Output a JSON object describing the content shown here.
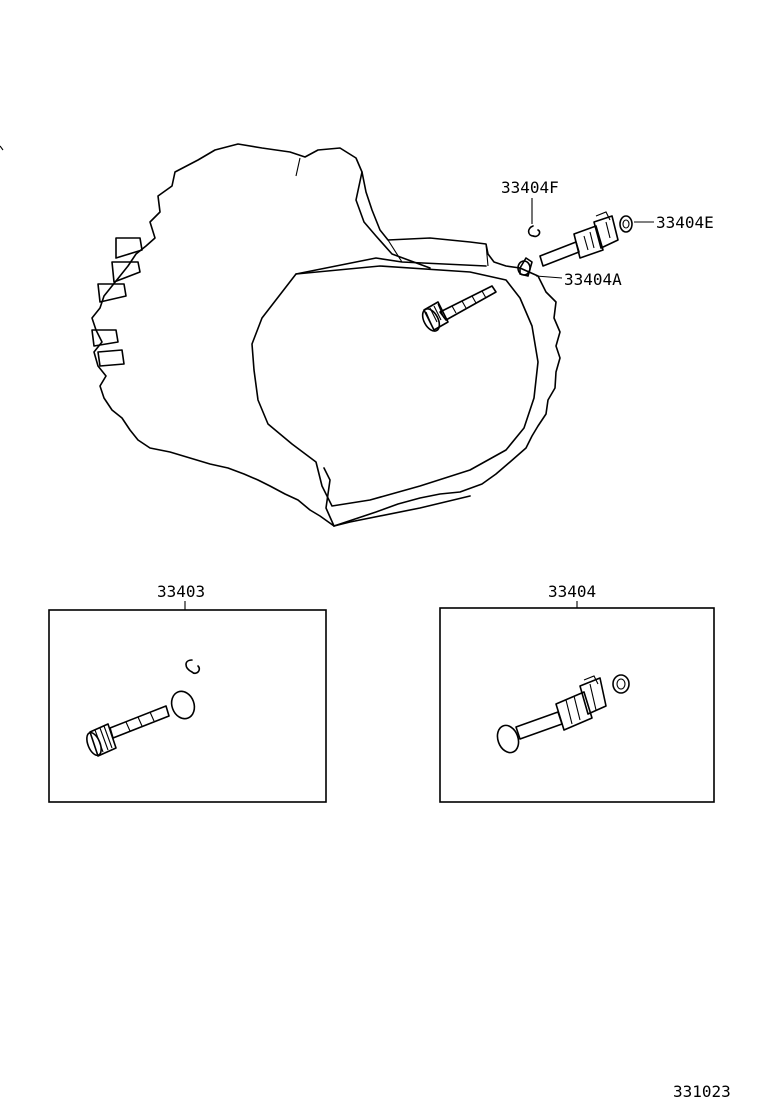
{
  "diagram": {
    "callouts": {
      "part_33404F": "33404F",
      "part_33404E": "33404E",
      "part_33404A": "33404A"
    },
    "kits": [
      {
        "label": "33403"
      },
      {
        "label": "33404"
      }
    ],
    "figure_number": "331023"
  }
}
